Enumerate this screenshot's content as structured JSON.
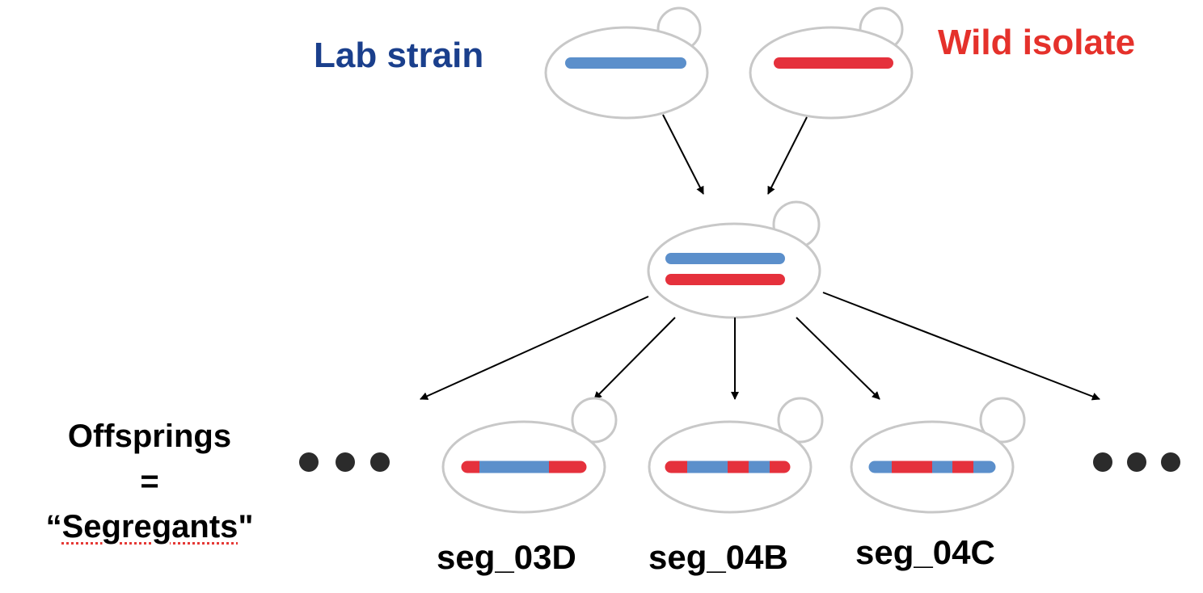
{
  "labels": {
    "lab_strain": "Lab strain",
    "wild_isolate": "Wild isolate",
    "offsprings": "Offsprings",
    "equals": "=",
    "segregants_open": "“",
    "segregants_word": "Segregants",
    "segregants_close": "\""
  },
  "segregants": [
    {
      "name": "seg_03D"
    },
    {
      "name": "seg_04B"
    },
    {
      "name": "seg_04C"
    }
  ],
  "colors": {
    "lab": "#5b8fcb",
    "wild": "#e5313c",
    "lab_text": "#1a3f8c",
    "wild_text": "#e5312b",
    "cell_outline": "#c8c8c8"
  },
  "ellipsis": "•••"
}
